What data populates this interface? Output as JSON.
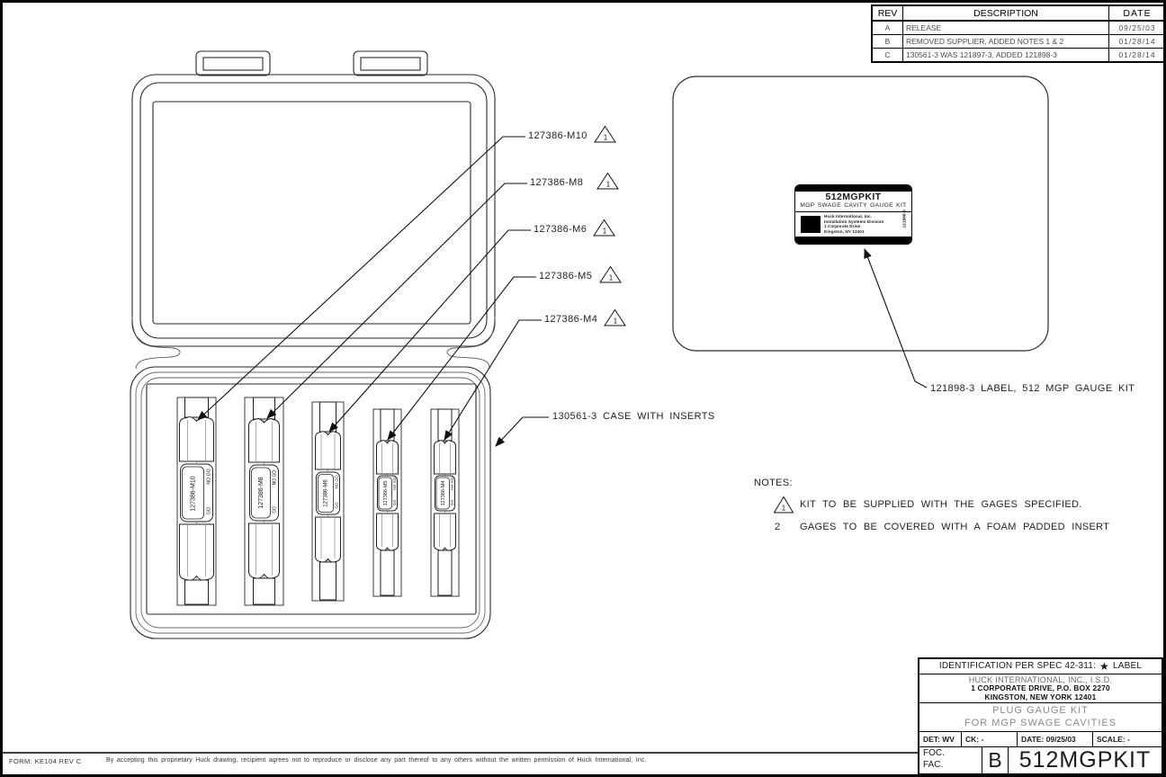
{
  "revision_table": {
    "headers": {
      "rev": "REV",
      "description": "DESCRIPTION",
      "date": "DATE"
    },
    "rows": [
      {
        "rev": "A",
        "description": "RELEASE",
        "date": "09/25/03"
      },
      {
        "rev": "B",
        "description": "REMOVED SUPPLIER, ADDED NOTES 1 & 2",
        "date": "01/28/14"
      },
      {
        "rev": "C",
        "description": "130561-3 WAS 121897-3, ADDED 121898-3",
        "date": "01/28/14"
      }
    ]
  },
  "callouts": {
    "gauges": [
      {
        "label": "127386-M10",
        "flag": "1"
      },
      {
        "label": "127386-M8",
        "flag": "1"
      },
      {
        "label": "127386-M6",
        "flag": "1"
      },
      {
        "label": "127386-M5",
        "flag": "1"
      },
      {
        "label": "127386-M4",
        "flag": "1"
      }
    ],
    "case": "130561-3 CASE WITH INSERTS",
    "kit_label": "121898-3 LABEL, 512 MGP GAUGE KIT"
  },
  "gauges": [
    {
      "part": "127386-M10",
      "go": "GO",
      "no_go": "NO GO"
    },
    {
      "part": "127386-M8",
      "go": "GO",
      "no_go": "NO GO"
    },
    {
      "part": "127386-M6",
      "go": "GO",
      "no_go": "NO GO"
    },
    {
      "part": "127386-M5",
      "go": "GO",
      "no_go": "NO GO"
    },
    {
      "part": "127386-M4",
      "go": "GO",
      "no_go": "NO GO"
    }
  ],
  "kit_label": {
    "title": "512MGPKIT",
    "subtitle": "MGP SWAGE CAVITY GAUGE KIT",
    "address_lines": [
      "Huck International, Inc.",
      "Installation Systems Division",
      "1 Corporate Drive",
      "Kingston, NY  12401"
    ],
    "side_number": "121898-3"
  },
  "notes": {
    "heading": "NOTES:",
    "items": [
      {
        "flag": "1",
        "text": "KIT TO BE SUPPLIED WITH THE GAGES SPECIFIED."
      },
      {
        "flag": "2",
        "text": "GAGES TO BE COVERED WITH A FOAM PADDED INSERT"
      }
    ]
  },
  "title_block": {
    "identification": "IDENTIFICATION PER SPEC 42-311:",
    "star_icon": "★",
    "label_word": "LABEL",
    "company": "HUCK INTERNATIONAL, INC., I.S.D.",
    "address1": "1 CORPORATE DRIVE,  P.O. BOX 2270",
    "address2": "KINGSTON, NEW YORK  12401",
    "title1": "PLUG GAUGE KIT",
    "title2": "FOR MGP SWAGE CAVITIES",
    "det": "DET: WV",
    "ck": "CK: -",
    "date": "DATE: 09/25/03",
    "scale": "SCALE: -",
    "foc": "FOC.",
    "fac": "FAC.",
    "size": "B",
    "drawing_number": "512MGPKIT"
  },
  "footer": {
    "form": "FORM: KE104   REV C",
    "disclaimer": "By accepting this proprietary Huck drawing, recipient agrees not to reproduce or disclose any part thereof to any others without the written permission of Huck International, Inc."
  }
}
